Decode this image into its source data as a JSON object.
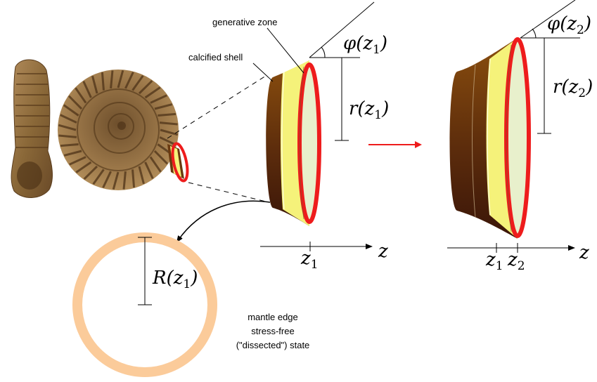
{
  "labels": {
    "generative_zone": "generative zone",
    "calcified_shell": "calcified shell",
    "mantle_line1": "mantle edge",
    "mantle_line2": "stress-free",
    "mantle_line3": "(\"dissected\") state"
  },
  "math": {
    "phi_z1": {
      "main": "φ(z",
      "sub": "1",
      "close": ")"
    },
    "r_z1": {
      "main": "r(z",
      "sub": "1",
      "close": ")"
    },
    "phi_z2": {
      "main": "φ(z",
      "sub": "2",
      "close": ")"
    },
    "r_z2": {
      "main": "r(z",
      "sub": "2",
      "close": ")"
    },
    "R_z1": {
      "main": "R(z",
      "sub": "1",
      "close": ")"
    },
    "axis_z": "z",
    "tick_z1": {
      "main": "z",
      "sub": "1"
    },
    "tick_z2": {
      "main": "z",
      "sub": "2"
    }
  },
  "colors": {
    "rim_red": "#ee1c1c",
    "zone_yellow": "#f5f27a",
    "inner_face": "#e8f0cc",
    "shell_top": "#8a4e0e",
    "shell_bottom": "#3a1508",
    "mantle_ring": "#fbcb9a",
    "arrow_red": "#ee1c1c"
  }
}
